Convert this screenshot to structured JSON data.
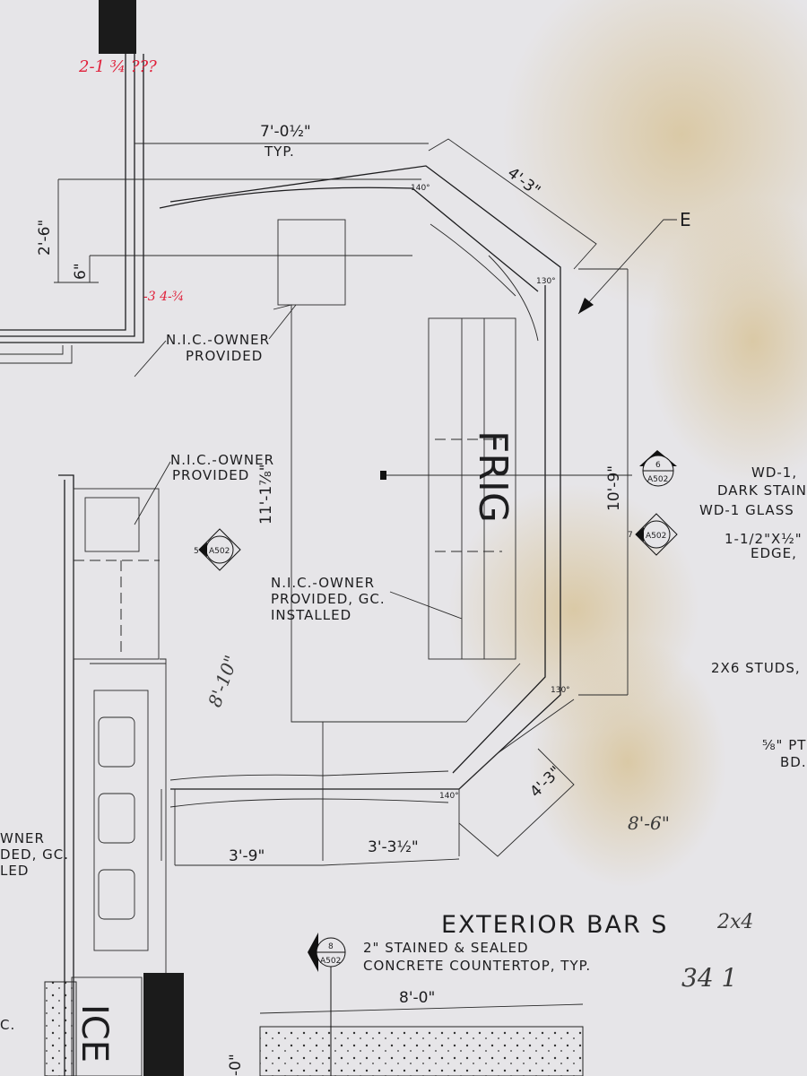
{
  "colors": {
    "paper": "#e6e5e8",
    "ink": "#1d1d1f",
    "stain": "#d8c49a",
    "red_markup": "#e0203a"
  },
  "dimensions": {
    "top_width": "7'-0½\"",
    "top_width_note": "TYP.",
    "left_2_6": "2'-6\"",
    "left_6": "6\"",
    "angled_top": "4'-3\"",
    "angled_bottom": "4'-3\"",
    "inner_height": "11'-1⅞\"",
    "right_height": "10'-9\"",
    "bottom_left": "3'-9\"",
    "bottom_mid": "3'-3½\"",
    "section_width": "8'-0\"",
    "section_height": "-0\""
  },
  "angles": {
    "a1": "140°",
    "a2": "130°",
    "a3": "130°",
    "a4": "140°"
  },
  "labels": {
    "nic_top_1": "N.I.C.-OWNER",
    "nic_top_2": "PROVIDED",
    "nic_left_1": "N.I.C.-OWNER",
    "nic_left_2": "PROVIDED",
    "nic_center_1": "N.I.C.-OWNER",
    "nic_center_2": "PROVIDED, GC.",
    "nic_center_3": "INSTALLED",
    "nic_edge_1": "WNER",
    "nic_edge_2": "DED, GC.",
    "nic_edge_3": "LED",
    "frig": "FRIG",
    "ice": "ICE",
    "edge_c": "C.",
    "title": "EXTERIOR BAR S",
    "countertop_1": "2\" STAINED & SEALED",
    "countertop_2": "CONCRETE COUNTERTOP, TYP.",
    "elevation_mark": "E"
  },
  "notes_right": [
    "WD-1,",
    "DARK STAIN",
    "WD-1 GLASS",
    "1-1/2\"X½\"",
    "EDGE,",
    "2X6 STUDS,",
    "⅝\" PT",
    "BD.,"
  ],
  "section_markers": [
    {
      "number": "6",
      "sheet": "A502"
    },
    {
      "number": "7",
      "sheet": "A502"
    },
    {
      "number": "5",
      "sheet": "A502"
    },
    {
      "number": "8",
      "sheet": "A502"
    }
  ],
  "handwritten": {
    "red_top": "2-1 ¾ ???",
    "red_mid": "-3 4-¾",
    "pencil_8_10": "8'-10\"",
    "pencil_8_6": "8'-6\"",
    "pencil_2x4": "2x4",
    "pencil_34": "34 1"
  }
}
